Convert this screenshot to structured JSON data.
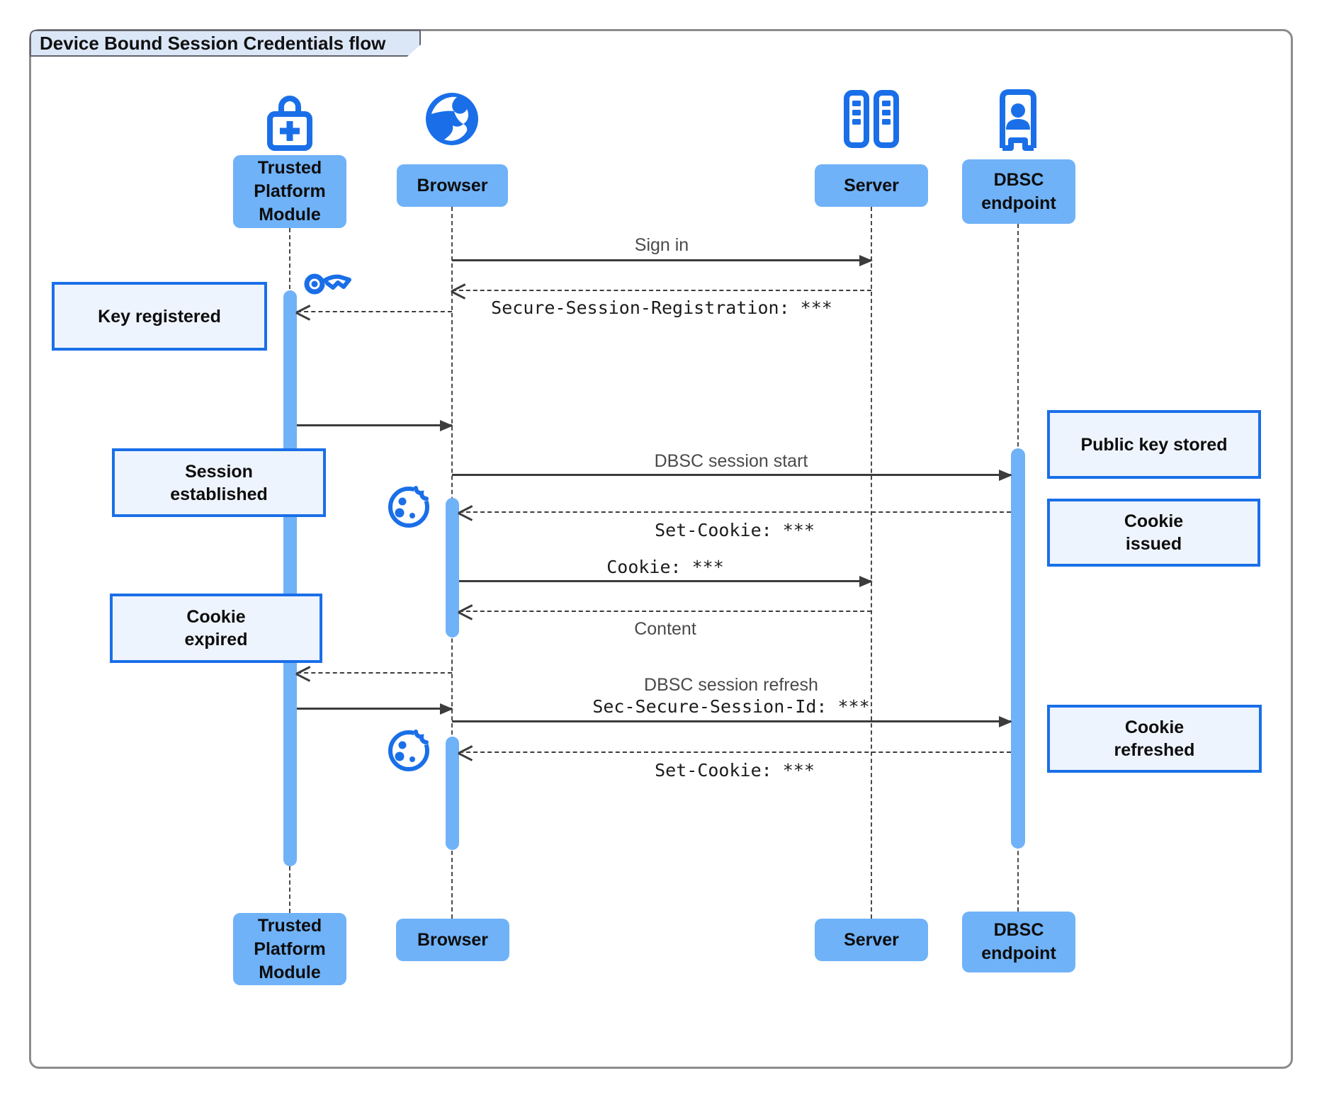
{
  "title": "Device Bound Session Credentials flow",
  "actors": {
    "tpm": {
      "label": "Trusted\nPlatform\nModule",
      "icon": "lock-plus-icon"
    },
    "browser": {
      "label": "Browser",
      "icon": "globe-icon"
    },
    "server": {
      "label": "Server",
      "icon": "server-racks-icon"
    },
    "dbsc": {
      "label": "DBSC\nendpoint",
      "icon": "doorway-person-icon"
    }
  },
  "notes": {
    "key_registered": "Key registered",
    "session_established": "Session\nestablished",
    "cookie_expired": "Cookie\nexpired",
    "public_key_stored": "Public key stored",
    "cookie_issued": "Cookie\nissued",
    "cookie_refreshed": "Cookie\nrefreshed"
  },
  "messages": {
    "sign_in": "Sign in",
    "secure_session_registration": "Secure-Session-Registration: ***",
    "dbsc_session_start": "DBSC session start",
    "set_cookie_first": "Set-Cookie: ***",
    "cookie_header": "Cookie: ***",
    "content_reply": "Content",
    "dbsc_session_refresh": "DBSC session refresh",
    "sec_secure_session_id": "Sec-Secure-Session-Id: ***",
    "set_cookie_second": "Set-Cookie: ***"
  },
  "message_icons": {
    "key": "key-icon",
    "cookie_issued": "cookie-icon",
    "cookie_refreshed": "cookie-icon"
  },
  "colors": {
    "accent_blue": "#1a6fe8",
    "actor_fill": "#6fb2f8",
    "note_fill": "#eef4fd",
    "note_border": "#1a6fe8",
    "title_tab_fill": "#dbe7f7",
    "line_color": "#3c3c3c"
  }
}
